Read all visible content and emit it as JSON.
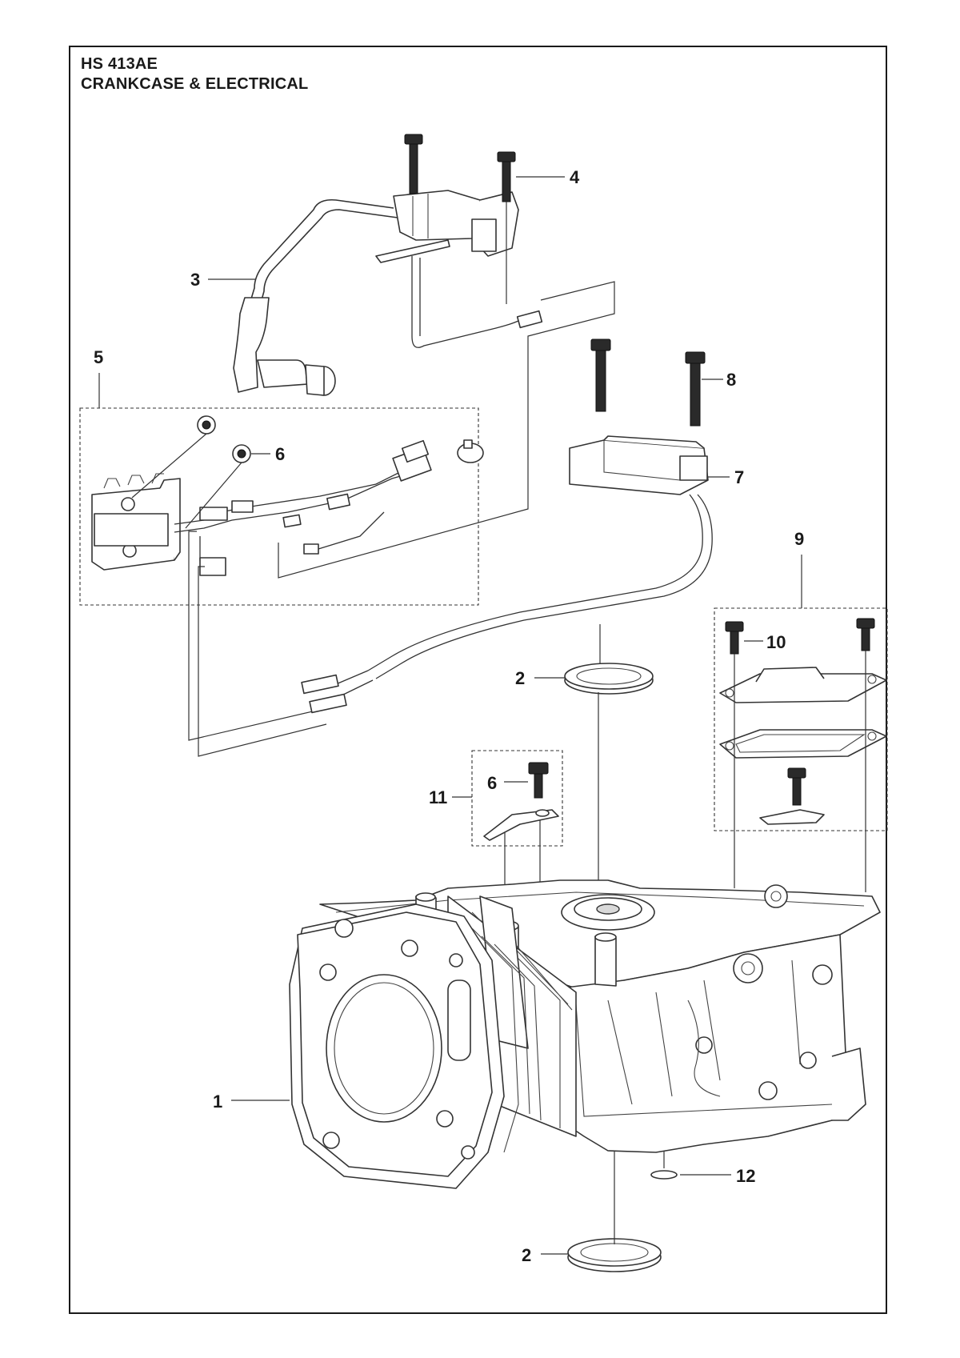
{
  "header": {
    "model": "HS 413AE",
    "section": "CRANKCASE & ELECTRICAL"
  },
  "callouts": {
    "c1": "1",
    "c2a": "2",
    "c2b": "2",
    "c3": "3",
    "c4": "4",
    "c5": "5",
    "c6a": "6",
    "c6b": "6",
    "c7": "7",
    "c8": "8",
    "c9": "9",
    "c10": "10",
    "c11": "11",
    "c12": "12"
  },
  "colors": {
    "line": "#333333",
    "background": "#ffffff",
    "shade": "#d9d9d9"
  }
}
